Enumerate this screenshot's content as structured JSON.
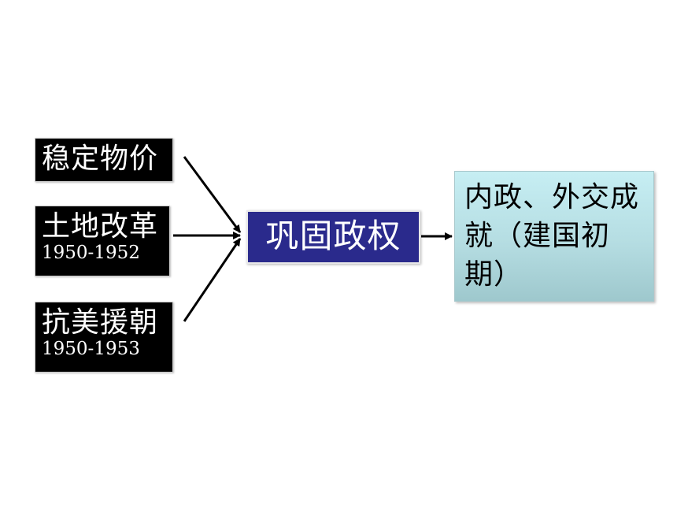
{
  "inputs": [
    {
      "label": "稳定物价",
      "years": ""
    },
    {
      "label": "土地改革",
      "years": "1950-1952"
    },
    {
      "label": "抗美援朝",
      "years": "1950-1953"
    }
  ],
  "center": {
    "label": "巩固政权"
  },
  "result": {
    "label": "内政、外交成就（建国初期）"
  },
  "colors": {
    "input_box": "#000000",
    "center_box": "#2a2a8c",
    "result_box": "#b5dde2",
    "arrow": "#000000"
  }
}
